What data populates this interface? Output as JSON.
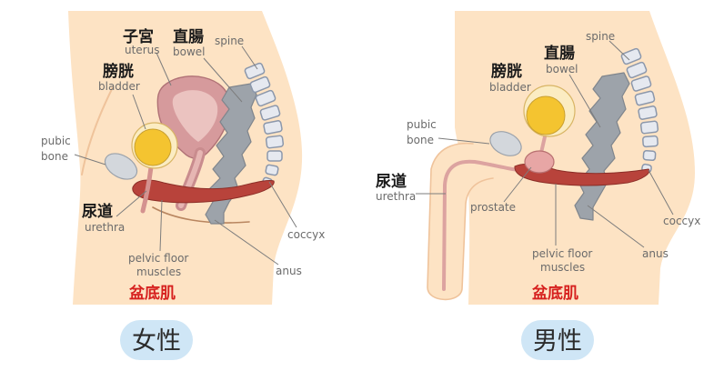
{
  "colors": {
    "skin": "#fde3c4",
    "bladder": "#f4c430",
    "muscle": "#b8433b",
    "uterus": "#d69a9c",
    "bowel": "#9da3aa",
    "bone": "#d3d7dc",
    "highlight": "#d6201e",
    "pill": "#cfe6f6"
  },
  "female": {
    "caption": "女性",
    "highlight_label": "盆底肌",
    "uterus": {
      "zh": "子宮",
      "en": "uterus"
    },
    "bowel": {
      "zh": "直腸",
      "en": "bowel"
    },
    "spine": {
      "en": "spine"
    },
    "bladder": {
      "zh": "膀胱",
      "en": "bladder"
    },
    "pubic_bone": {
      "en": [
        "pubic",
        "bone"
      ]
    },
    "urethra": {
      "zh": "尿道",
      "en": "urethra"
    },
    "pelvic_floor": {
      "en": [
        "pelvic floor",
        "muscles"
      ]
    },
    "coccyx": {
      "en": "coccyx"
    },
    "anus": {
      "en": "anus"
    }
  },
  "male": {
    "caption": "男性",
    "highlight_label": "盆底肌",
    "spine": {
      "en": "spine"
    },
    "bowel": {
      "zh": "直腸",
      "en": "bowel"
    },
    "bladder": {
      "zh": "膀胱",
      "en": "bladder"
    },
    "pubic_bone": {
      "en": [
        "pubic",
        "bone"
      ]
    },
    "urethra": {
      "zh": "尿道",
      "en": "urethra"
    },
    "prostate": {
      "en": "prostate"
    },
    "pelvic_floor": {
      "en": [
        "pelvic floor",
        "muscles"
      ]
    },
    "anus": {
      "en": "anus"
    },
    "coccyx": {
      "en": "coccyx"
    }
  }
}
